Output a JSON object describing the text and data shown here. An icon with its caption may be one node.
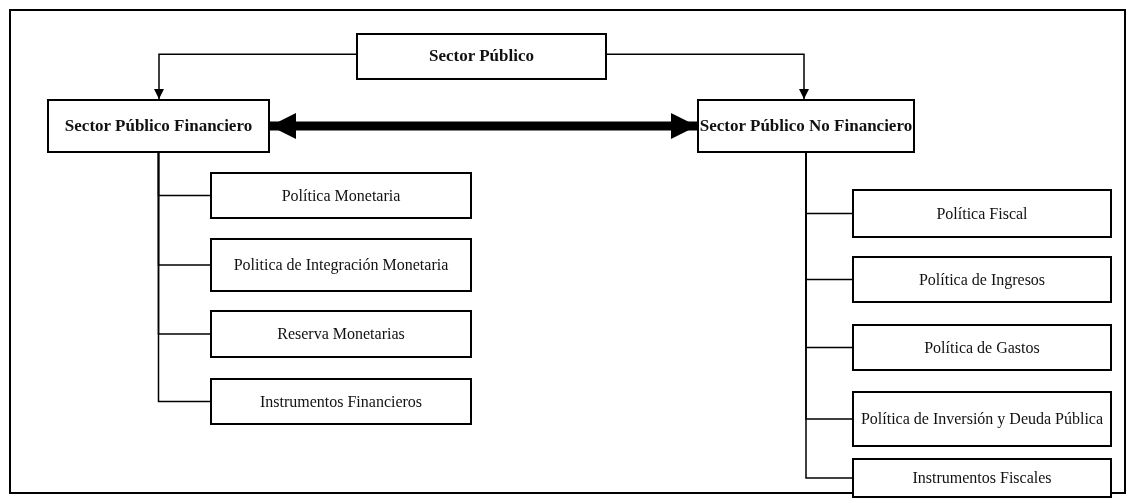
{
  "diagram": {
    "nodes": [
      {
        "text": [
          "Sector Público"
        ]
      },
      {
        "text": [
          "Sector Público Financiero"
        ]
      },
      {
        "text": [
          "Sector Público No Financiero"
        ]
      },
      {
        "text": [
          "Política Monetaria"
        ]
      },
      {
        "text": [
          "Politica de Integración Monetaria"
        ]
      },
      {
        "text": [
          "Reserva Monetarias"
        ]
      },
      {
        "text": [
          "Instrumentos Financieros"
        ]
      },
      {
        "text": [
          "Política Fiscal"
        ]
      },
      {
        "text": [
          "Política de Ingresos"
        ]
      },
      {
        "text": [
          "Política de Gastos"
        ]
      },
      {
        "text": [
          "Política de Inversión y Deuda Pública"
        ]
      },
      {
        "text": [
          "Instrumentos Fiscales"
        ]
      }
    ],
    "edges": [
      {
        "from": 0,
        "to": 1,
        "arrow": "to"
      },
      {
        "from": 0,
        "to": 2,
        "arrow": "to"
      },
      {
        "from": 1,
        "to": 2,
        "arrow": "both",
        "style": "thick"
      },
      {
        "from": 1,
        "to": 3,
        "arrow": "none"
      },
      {
        "from": 1,
        "to": 4,
        "arrow": "none"
      },
      {
        "from": 1,
        "to": 5,
        "arrow": "none"
      },
      {
        "from": 1,
        "to": 6,
        "arrow": "none"
      },
      {
        "from": 2,
        "to": 7,
        "arrow": "none"
      },
      {
        "from": 2,
        "to": 8,
        "arrow": "none"
      },
      {
        "from": 2,
        "to": 9,
        "arrow": "none"
      },
      {
        "from": 2,
        "to": 10,
        "arrow": "none"
      },
      {
        "from": 2,
        "to": 11,
        "arrow": "none"
      }
    ]
  }
}
